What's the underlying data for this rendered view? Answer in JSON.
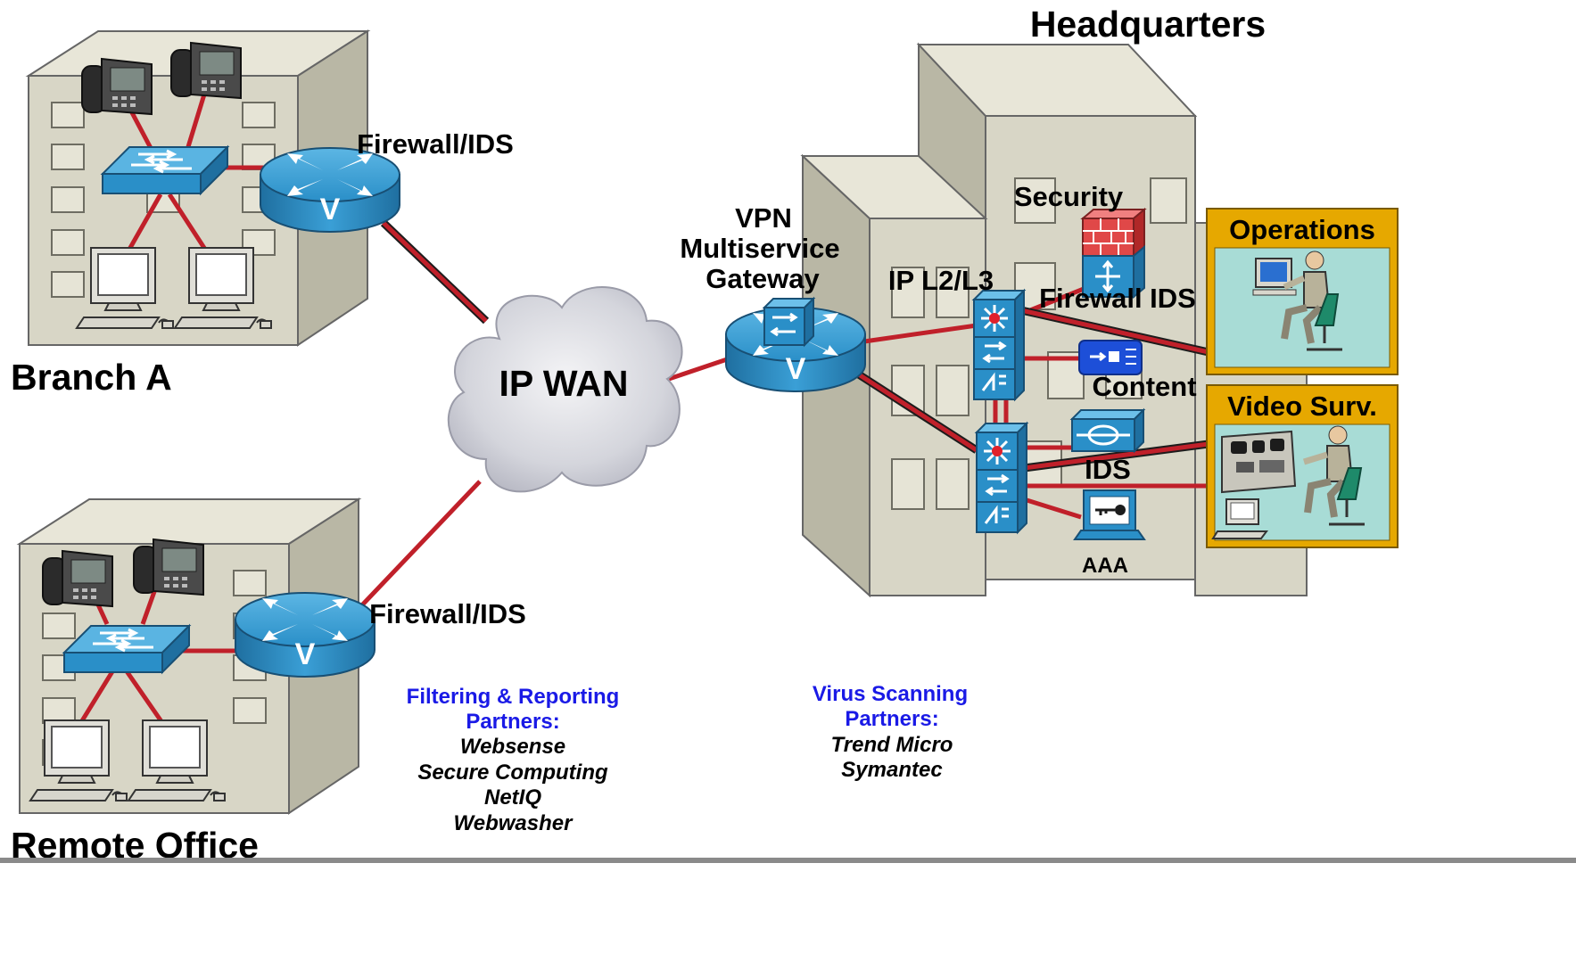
{
  "labels": {
    "headquarters": "Headquarters",
    "branch_a": "Branch A",
    "remote_office": "Remote Office",
    "firewall_ids_top": "Firewall/IDS",
    "firewall_ids_bottom": "Firewall/IDS",
    "ip_wan": "IP WAN",
    "vpn_line1": "VPN",
    "vpn_line2": "Multiservice",
    "vpn_line3": "Gateway",
    "ip_l2l3": "IP L2/L3",
    "security": "Security",
    "firewall_ids_hq": "Firewall IDS",
    "content": "Content",
    "ids": "IDS",
    "aaa": "AAA",
    "operations": "Operations",
    "video_surv": "Video Surv."
  },
  "partners": {
    "filtering": {
      "title_line1": "Filtering & Reporting",
      "title_line2": "Partners:",
      "items": [
        "Websense",
        "Secure Computing",
        "NetIQ",
        "Webwasher"
      ]
    },
    "virus": {
      "title_line1": "Virus Scanning",
      "title_line2": "Partners:",
      "items": [
        "Trend Micro",
        "Symantec"
      ]
    }
  },
  "colors": {
    "link": "#c0202a",
    "router": "#2a8fc8",
    "building": "#d8d6c6",
    "panel_border": "#e2a400",
    "partner_text": "#1a1ae6"
  },
  "icons": [
    "ip-phone-icon",
    "switch-icon",
    "router-icon",
    "workstation-icon",
    "cloud-icon",
    "vpn-gateway-icon",
    "multilayer-switch-icon",
    "firewall-icon",
    "content-engine-icon",
    "ids-icon",
    "aaa-server-icon",
    "operator-icon",
    "surveillance-console-icon"
  ]
}
